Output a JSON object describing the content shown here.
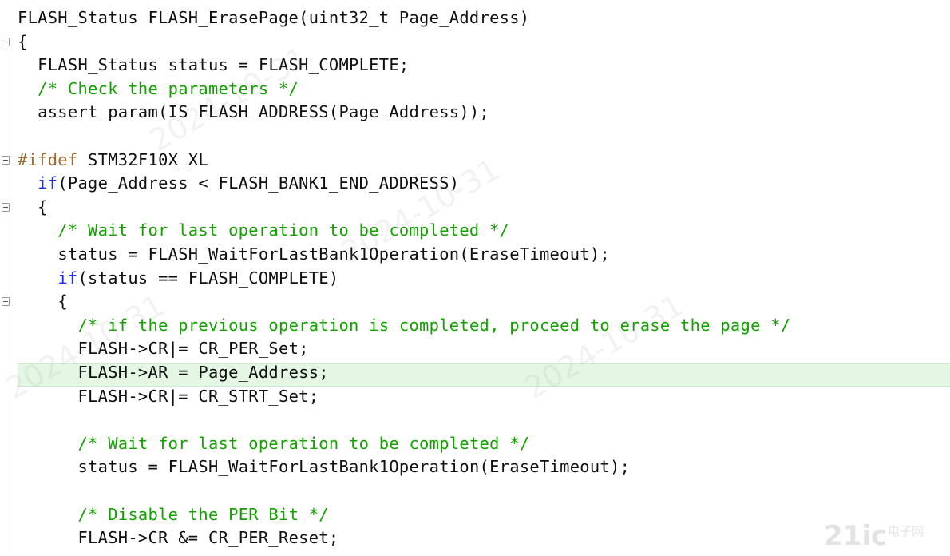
{
  "editor": {
    "lines": [
      {
        "indent": "",
        "segments": [
          {
            "text": "FLASH_Status FLASH_ErasePage(uint32_t Page_Address)",
            "cls": ""
          }
        ]
      },
      {
        "indent": "",
        "segments": [
          {
            "text": "{",
            "cls": ""
          }
        ]
      },
      {
        "indent": "  ",
        "segments": [
          {
            "text": "FLASH_Status status = FLASH_COMPLETE;",
            "cls": ""
          }
        ]
      },
      {
        "indent": "  ",
        "segments": [
          {
            "text": "/* Check the parameters */",
            "cls": "cm"
          }
        ]
      },
      {
        "indent": "  ",
        "segments": [
          {
            "text": "assert_param(IS_FLASH_ADDRESS(Page_Address));",
            "cls": ""
          }
        ]
      },
      {
        "indent": "",
        "segments": [
          {
            "text": "",
            "cls": ""
          }
        ]
      },
      {
        "indent": "",
        "segments": [
          {
            "text": "#ifdef",
            "cls": "pp"
          },
          {
            "text": " STM32F10X_XL",
            "cls": ""
          }
        ]
      },
      {
        "indent": "  ",
        "segments": [
          {
            "text": "if",
            "cls": "kw"
          },
          {
            "text": "(Page_Address < FLASH_BANK1_END_ADDRESS)",
            "cls": ""
          }
        ]
      },
      {
        "indent": "  ",
        "segments": [
          {
            "text": "{",
            "cls": ""
          }
        ]
      },
      {
        "indent": "    ",
        "segments": [
          {
            "text": "/* Wait for last operation to be completed */",
            "cls": "cm"
          }
        ]
      },
      {
        "indent": "    ",
        "segments": [
          {
            "text": "status = FLASH_WaitForLastBank1Operation(EraseTimeout);",
            "cls": ""
          }
        ]
      },
      {
        "indent": "    ",
        "segments": [
          {
            "text": "if",
            "cls": "kw"
          },
          {
            "text": "(status == FLASH_COMPLETE)",
            "cls": ""
          }
        ]
      },
      {
        "indent": "    ",
        "segments": [
          {
            "text": "{",
            "cls": ""
          }
        ]
      },
      {
        "indent": "      ",
        "segments": [
          {
            "text": "/* if the previous operation is completed, proceed to erase the page */",
            "cls": "cm"
          }
        ]
      },
      {
        "indent": "      ",
        "segments": [
          {
            "text": "FLASH->CR|= CR_PER_Set;",
            "cls": ""
          }
        ]
      },
      {
        "indent": "      ",
        "segments": [
          {
            "text": "FLASH->AR = Page_Address;",
            "cls": ""
          }
        ]
      },
      {
        "indent": "      ",
        "segments": [
          {
            "text": "FLASH->CR|= CR_STRT_Set;",
            "cls": ""
          }
        ]
      },
      {
        "indent": "",
        "segments": [
          {
            "text": "",
            "cls": ""
          }
        ]
      },
      {
        "indent": "      ",
        "segments": [
          {
            "text": "/* Wait for last operation to be completed */",
            "cls": "cm"
          }
        ]
      },
      {
        "indent": "      ",
        "segments": [
          {
            "text": "status = FLASH_WaitForLastBank1Operation(EraseTimeout);",
            "cls": ""
          }
        ]
      },
      {
        "indent": "",
        "segments": [
          {
            "text": "",
            "cls": ""
          }
        ]
      },
      {
        "indent": "      ",
        "segments": [
          {
            "text": "/* Disable the PER Bit */",
            "cls": "cm"
          }
        ]
      },
      {
        "indent": "      ",
        "segments": [
          {
            "text": "FLASH->CR &= CR_PER_Reset;",
            "cls": ""
          }
        ]
      }
    ],
    "highlighted_line": 15,
    "fold_markers": [
      1,
      6,
      8,
      12
    ]
  },
  "watermarks": [
    "2024-10-31",
    "2024-10-31",
    "2024-10-31",
    "2024-10-31"
  ],
  "logo": {
    "text": "21ic",
    "subtext": "电子网"
  },
  "colors": {
    "comment": "#13a000",
    "keyword": "#1c2ff0",
    "preprocessor": "#9b6b2e",
    "text": "#101010",
    "highlight": "#e4f7e4"
  }
}
